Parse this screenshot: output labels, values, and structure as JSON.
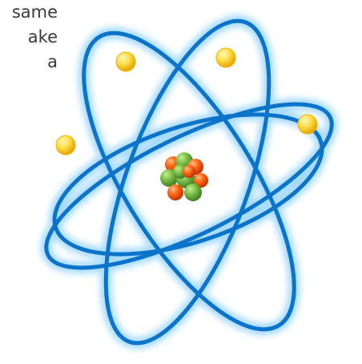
{
  "text_fragment": {
    "lines": [
      "same",
      "ake",
      "a"
    ]
  },
  "atom": {
    "orbit_color": "#0b73c9",
    "orbit_glow_color": "#8fd2ff",
    "electron_color": "#ffd21f",
    "nucleus_colors": [
      "#ff6a13",
      "#e23b0e",
      "#7cc04a",
      "#4f9b34",
      "#ffad2f",
      "#b4df6f"
    ]
  }
}
